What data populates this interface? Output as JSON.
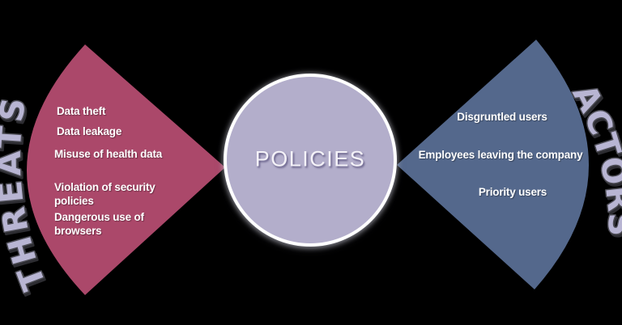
{
  "canvas": {
    "background": "#000000"
  },
  "center_circle": {
    "label": "POLICIES",
    "fill": "#b3aecb",
    "border_color": "#ffffff",
    "text_color": "#f4f2f8"
  },
  "threats": {
    "title": "THREATS",
    "fan_color": "#ab486a",
    "title_fill": "#b8b5d3",
    "title_outline": "#4a4a52",
    "item_text_color": "#ffffff",
    "items": [
      "Data theft",
      "Data leakage",
      "Misuse of health data",
      "Violation of security policies",
      "Dangerous use of browsers"
    ]
  },
  "actors": {
    "title": "ACTORS",
    "fan_color": "#54688c",
    "title_fill": "#b8b5d3",
    "title_outline": "#4a4a52",
    "item_text_color": "#ffffff",
    "items": [
      "Disgruntled users",
      "Employees leaving the company",
      "Priority users"
    ]
  }
}
